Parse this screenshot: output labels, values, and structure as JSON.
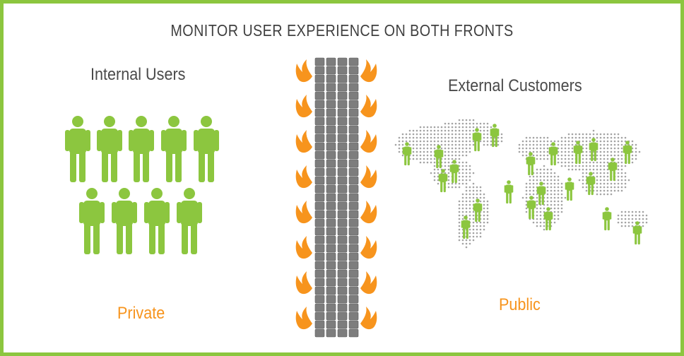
{
  "title": "MONITOR USER EXPERIENCE ON BOTH FRONTS",
  "internal": {
    "label": "Internal Users",
    "zone": "Private"
  },
  "external": {
    "label": "External Customers",
    "zone": "Public"
  },
  "colors": {
    "border": "#8cc63f",
    "person": "#8cc63f",
    "flame": "#f7941d",
    "brick": "#7d7d7d",
    "map_dots": "#9a9a9a",
    "zone_text": "#f7941d"
  },
  "icons": [
    "person-icon",
    "firewall-icon",
    "flame-icon",
    "world-map-icon"
  ]
}
